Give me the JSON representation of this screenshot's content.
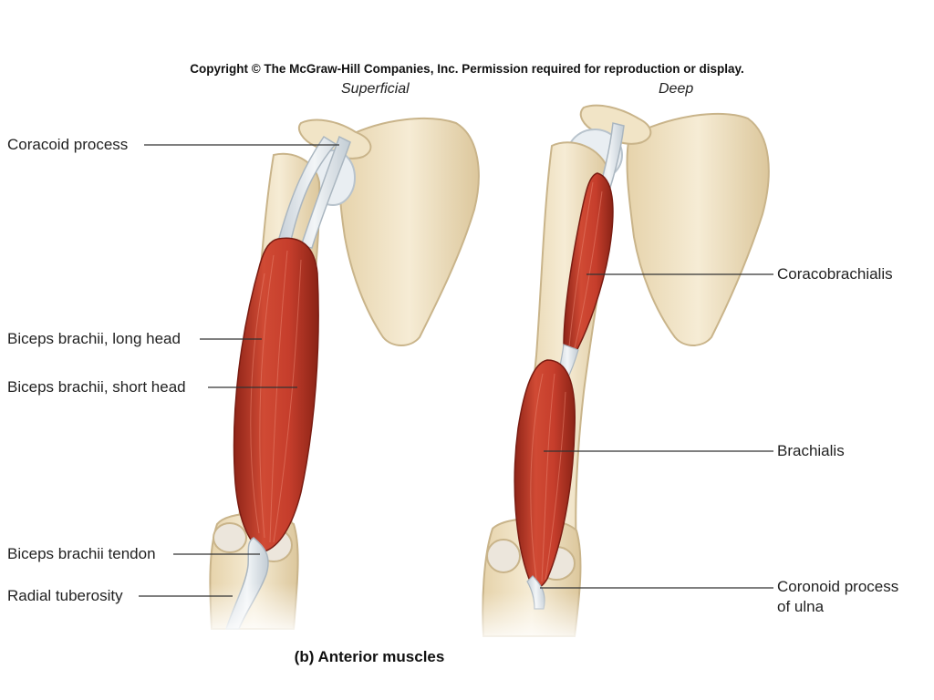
{
  "copyright": "Copyright © The McGraw-Hill Companies, Inc. Permission required for reproduction or display.",
  "panels": {
    "superficial": {
      "title": "Superficial"
    },
    "deep": {
      "title": "Deep"
    }
  },
  "labels": {
    "coracoid_process": "Coracoid process",
    "biceps_long_head": "Biceps brachii, long head",
    "biceps_short_head": "Biceps brachii, short head",
    "biceps_tendon": "Biceps brachii tendon",
    "radial_tuberosity": "Radial tuberosity",
    "coracobrachialis": "Coracobrachialis",
    "brachialis": "Brachialis",
    "coronoid_line1": "Coronoid process",
    "coronoid_line2": "of ulna"
  },
  "caption": "(b) Anterior muscles",
  "colors": {
    "bone": "#efe2c4",
    "bone_shadow": "#d9c7a0",
    "muscle": "#c0392b",
    "muscle_dark": "#9e2a1f",
    "tendon": "#dde4ea",
    "leader": "#333333"
  }
}
